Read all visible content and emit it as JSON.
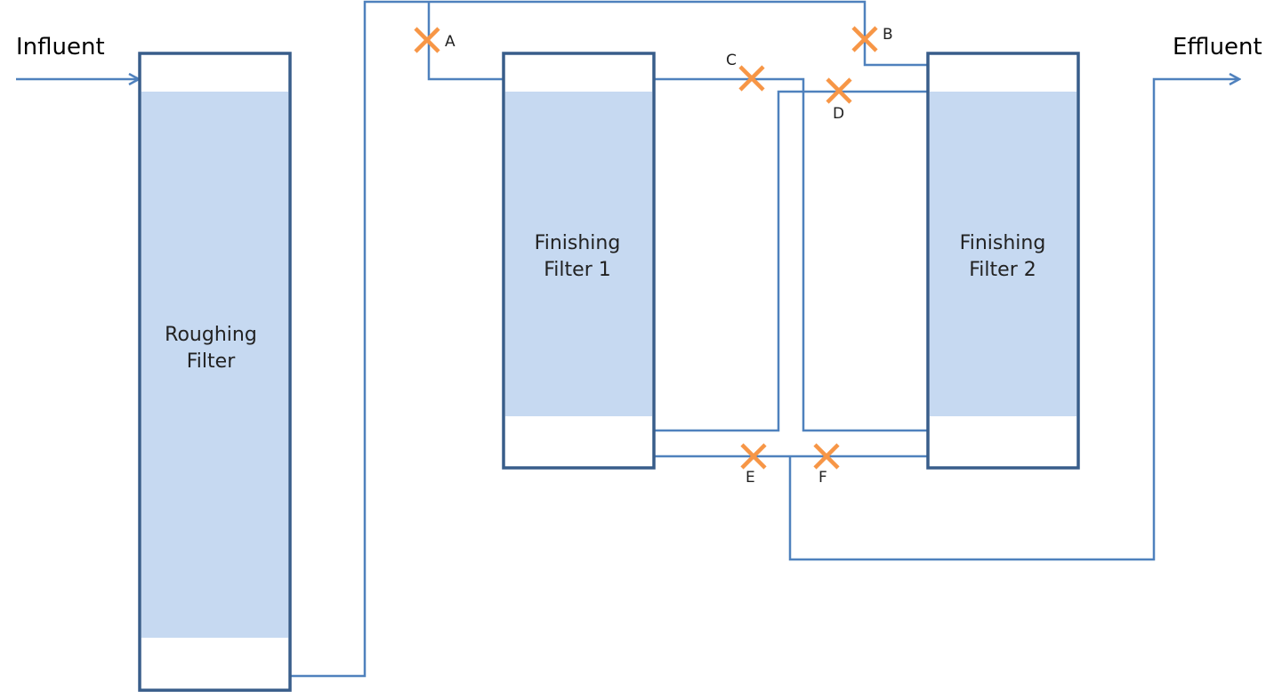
{
  "labels": {
    "influent": "Influent",
    "effluent": "Effluent"
  },
  "filters": {
    "roughing": {
      "line1": "Roughing",
      "line2": "Filter"
    },
    "finishing1": {
      "line1": "Finishing",
      "line2": "Filter 1"
    },
    "finishing2": {
      "line1": "Finishing",
      "line2": "Filter 2"
    }
  },
  "valves": {
    "a": "A",
    "b": "B",
    "c": "C",
    "d": "D",
    "e": "E",
    "f": "F"
  },
  "colors": {
    "pipe": "#4f81bd",
    "vessel_border": "#385d8a",
    "filter_media": "#c6d9f1",
    "valve": "#f79646"
  }
}
